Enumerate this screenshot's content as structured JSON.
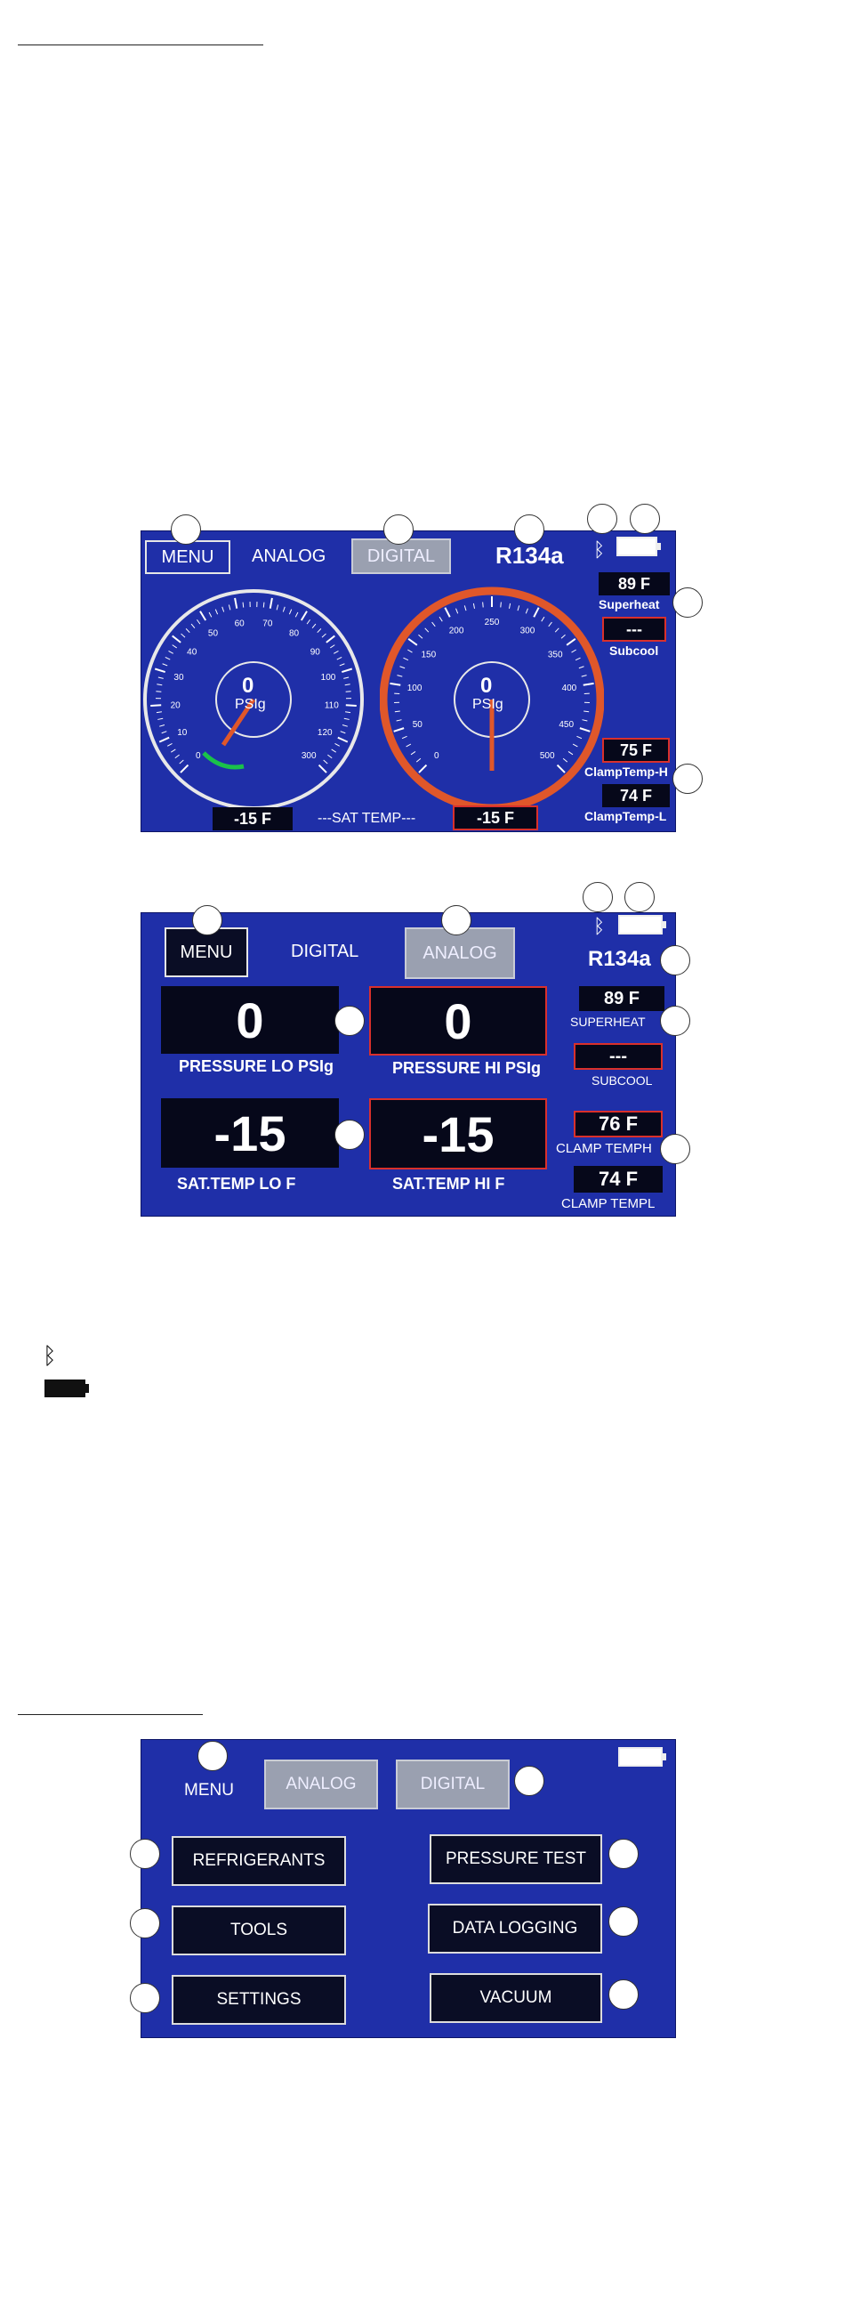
{
  "analog_screen": {
    "menu_label": "MENU",
    "analog_label": "ANALOG",
    "digital_label": "DIGITAL",
    "refrigerant": "R134a",
    "superheat_value": "89 F",
    "superheat_label": "Superheat",
    "subcool_value": "---",
    "subcool_label": "Subcool",
    "clamp_h_value": "75 F",
    "clamp_h_label": "ClampTemp-H",
    "clamp_l_value": "74 F",
    "clamp_l_label": "ClampTemp-L",
    "sat_lo": "-15 F",
    "sat_label": "---SAT TEMP---",
    "sat_hi": "-15 F",
    "gauge_lo": {
      "value": "0",
      "unit": "PSIg",
      "ticks": [
        "0",
        "10",
        "20",
        "30",
        "40",
        "50",
        "60",
        "70",
        "80",
        "90",
        "100",
        "110",
        "120",
        "300"
      ]
    },
    "gauge_hi": {
      "value": "0",
      "unit": "PSIg",
      "ticks": [
        "0",
        "50",
        "100",
        "150",
        "200",
        "250",
        "300",
        "350",
        "400",
        "450",
        "500"
      ]
    }
  },
  "digital_screen": {
    "menu_label": "MENU",
    "digital_label": "DIGITAL",
    "analog_label": "ANALOG",
    "refrigerant": "R134a",
    "pressure_lo_value": "0",
    "pressure_lo_label": "PRESSURE LO PSIg",
    "pressure_hi_value": "0",
    "pressure_hi_label": "PRESSURE HI PSIg",
    "sat_lo_value": "-15",
    "sat_lo_label": "SAT.TEMP LO F",
    "sat_hi_value": "-15",
    "sat_hi_label": "SAT.TEMP HI F",
    "superheat_value": "89 F",
    "superheat_label": "SUPERHEAT",
    "subcool_value": "---",
    "subcool_label": "SUBCOOL",
    "clamp_h_value": "76 F",
    "clamp_h_label": "CLAMP TEMPH",
    "clamp_l_value": "74 F",
    "clamp_l_label": "CLAMP TEMPL"
  },
  "legend_icons": [
    "bluetooth-icon",
    "battery-icon"
  ],
  "menu_screen": {
    "menu_label": "MENU",
    "analog_label": "ANALOG",
    "digital_label": "DIGITAL",
    "buttons": [
      "REFRIGERANTS",
      "PRESSURE TEST",
      "TOOLS",
      "DATA LOGGING",
      "SETTINGS",
      "VACUUM"
    ]
  },
  "colors": {
    "screen_blue": "#1f2fa8",
    "alert_red": "#d9302c",
    "needle_orange": "#e0572a"
  }
}
